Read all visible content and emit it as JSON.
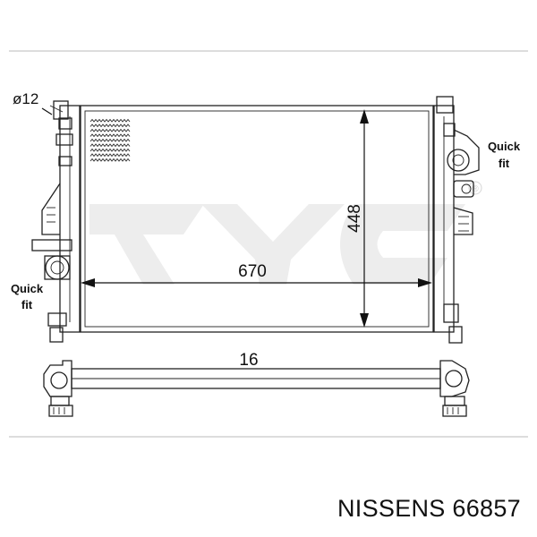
{
  "diagram": {
    "dimensions": {
      "width_label": "670",
      "height_label": "448",
      "depth_label": "16",
      "diameter_label": "ø12"
    },
    "callouts": {
      "left_line1": "Quick",
      "left_line2": "fit",
      "right_line1": "Quick",
      "right_line2": "fit"
    },
    "watermark": {
      "brand": "TYC",
      "registered_mark": "®"
    }
  },
  "caption": "NISSENS 66857"
}
